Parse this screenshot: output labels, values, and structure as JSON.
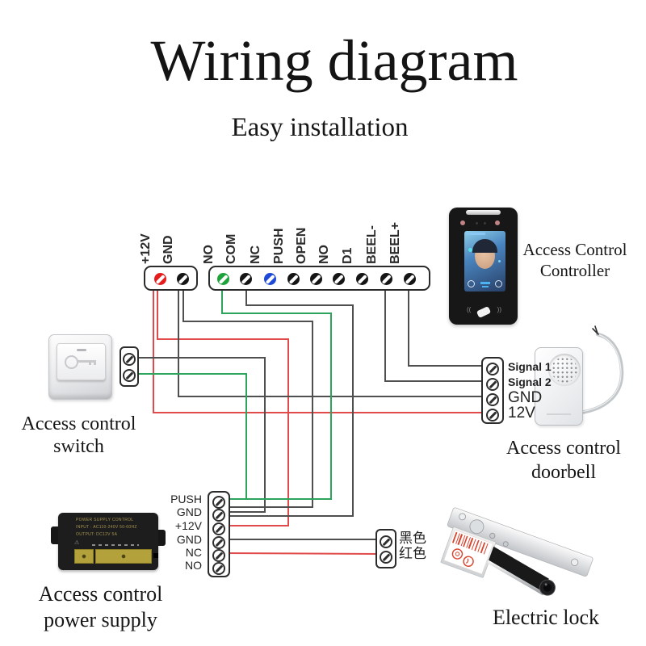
{
  "title": "Wiring diagram",
  "subtitle": "Easy installation",
  "colors": {
    "wire_red": "#e14a4a",
    "wire_green": "#2ca45c",
    "wire_dark": "#4f4f4f",
    "bell_wire_gray": "#c3c7ca",
    "screw_red": "#e51c1c",
    "screw_green": "#1ea33b",
    "screw_blue": "#1f49d7",
    "screw_black": "#151515"
  },
  "main_terminal": {
    "left": {
      "labels": [
        "+12V",
        "GND"
      ],
      "screw_colors": [
        "#e51c1c",
        "#151515"
      ]
    },
    "right": {
      "labels": [
        "NO",
        "COM",
        "NC",
        "PUSH",
        "OPEN",
        "NO",
        "D1",
        "BEEL-",
        "BEEL+"
      ],
      "screw_colors": [
        "#1ea33b",
        "#151515",
        "#1f49d7",
        "#151515",
        "#151515",
        "#151515",
        "#151515",
        "#151515",
        "#151515"
      ]
    }
  },
  "controller": {
    "label": [
      "Access Control",
      "Controller"
    ]
  },
  "switch": {
    "label": [
      "Access control",
      "switch"
    ]
  },
  "doorbell": {
    "label": [
      "Access control",
      "doorbell"
    ],
    "terminals": [
      "Signal 1",
      "Signal 2",
      "GND",
      "12V"
    ]
  },
  "power_supply": {
    "label": [
      "Access control",
      "power supply"
    ],
    "terminals": [
      "PUSH",
      "GND",
      "+12V",
      "GND",
      "NC",
      "NO"
    ],
    "panel_text": [
      "POWER SUPPLY CONTROL",
      "INPUT : AC110-240V 50-60HZ",
      "OUTPUT: DC12V 5A"
    ]
  },
  "lock": {
    "label": "Electric lock",
    "terminals": [
      "黑色",
      "红色"
    ]
  }
}
